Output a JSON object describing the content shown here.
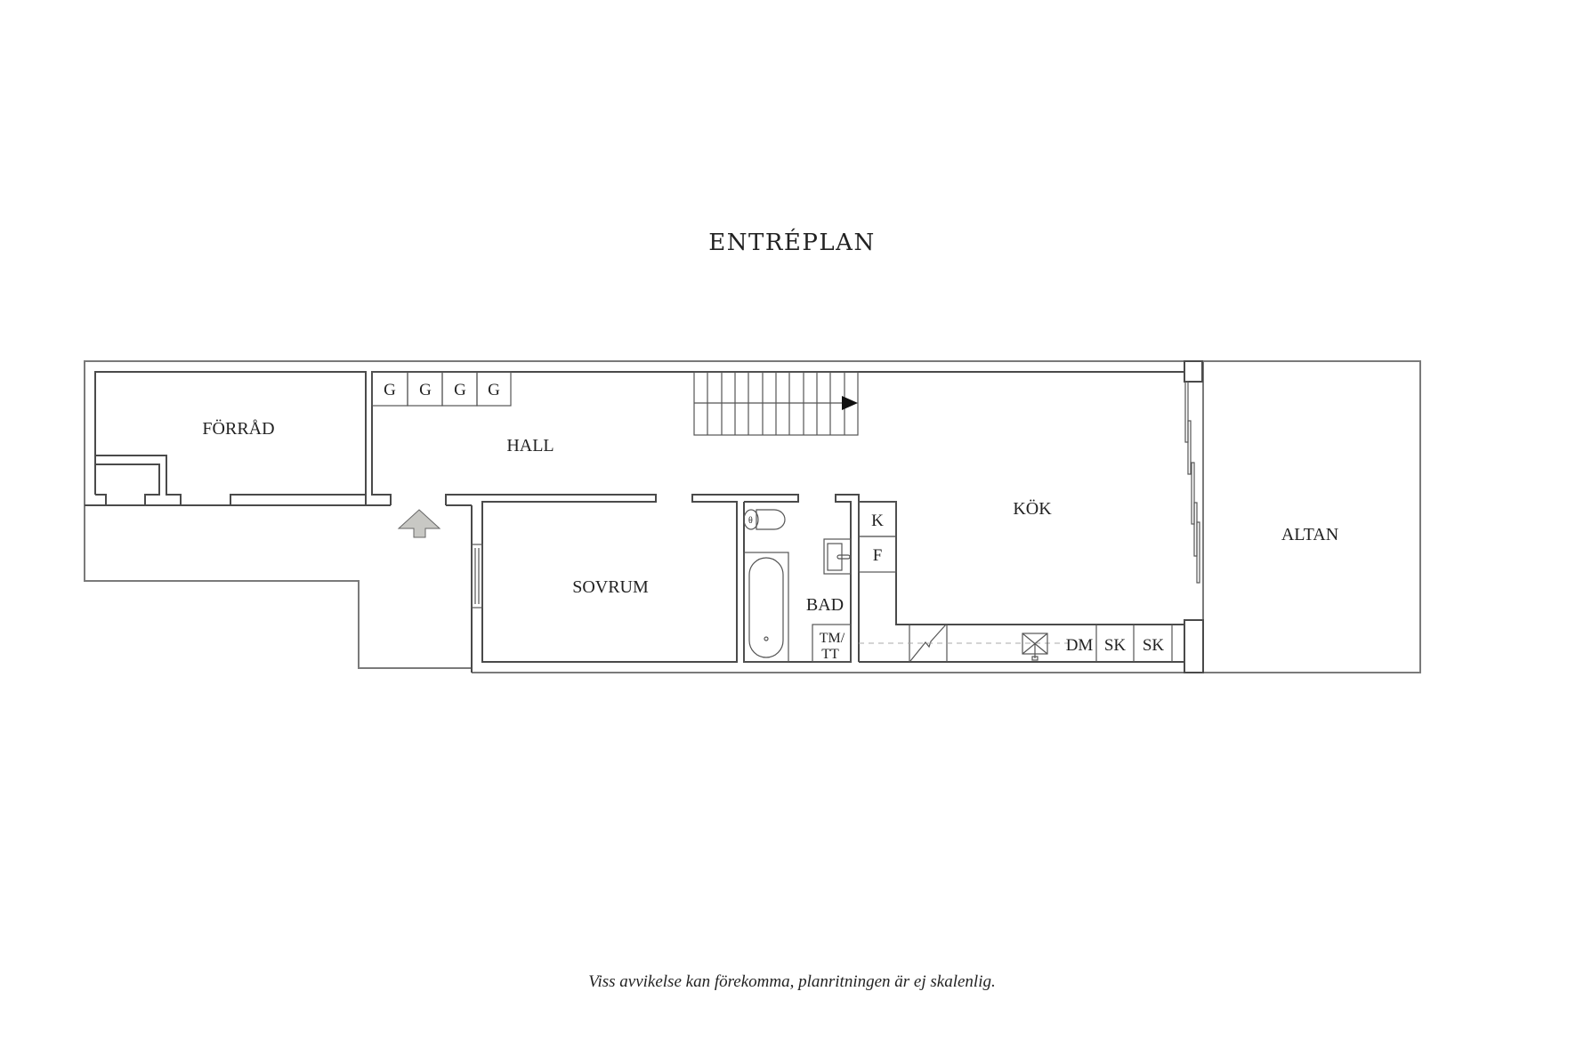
{
  "title": "ENTRÉPLAN",
  "footer_note": "Viss avvikelse kan förekomma, planritningen är ej skalenlig.",
  "rooms": {
    "forrad": "FÖRRÅD",
    "hall": "HALL",
    "sovrum": "SOVRUM",
    "bad": "BAD",
    "kok": "KÖK",
    "altan": "ALTAN"
  },
  "fixtures": {
    "wardrobes": [
      "G",
      "G",
      "G",
      "G"
    ],
    "kitchen_column_top": "K",
    "kitchen_column_bottom": "F",
    "laundry_line1": "TM/",
    "laundry_line2": "TT",
    "dishwasher": "DM",
    "cabinets": [
      "SK",
      "SK"
    ]
  },
  "symbols": {
    "entrance": "entrance-arrow",
    "stairs_direction": "stairs-arrow-right"
  },
  "colors": {
    "wall": "#4a4a4a",
    "arrow_fill": "#c8c8c4",
    "dashed_line": "#a8a8a8"
  }
}
